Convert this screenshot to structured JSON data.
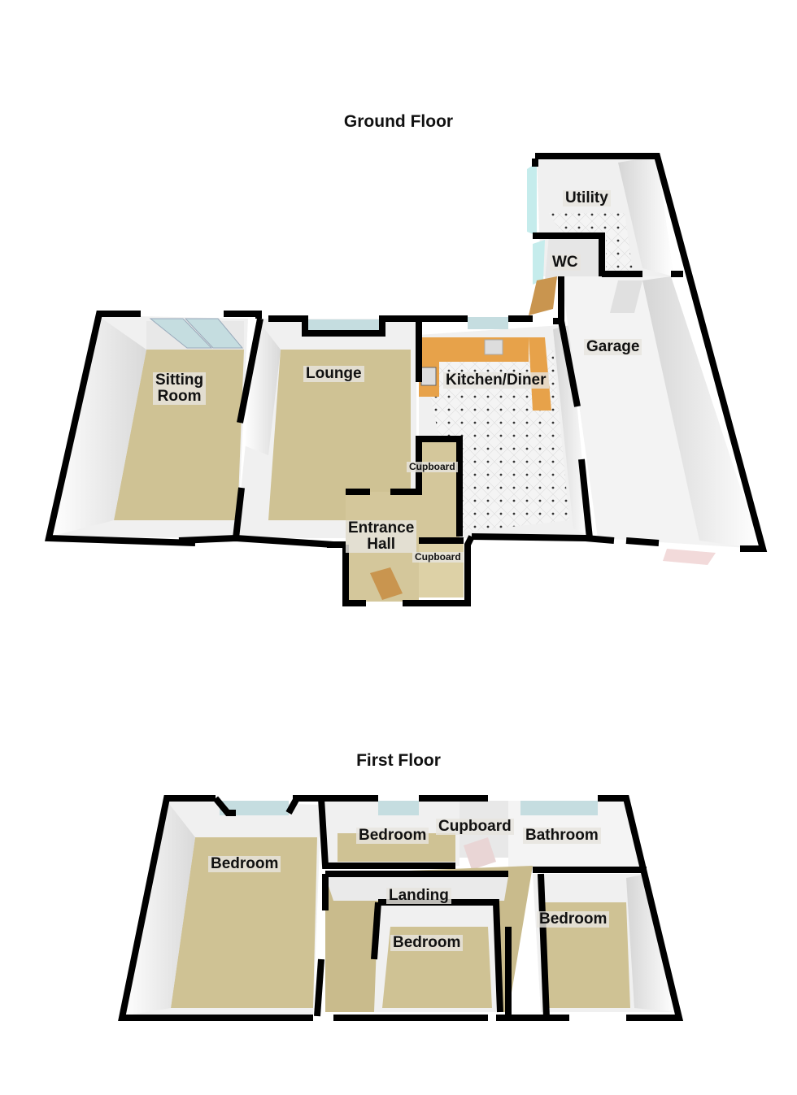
{
  "ground_floor": {
    "title": "Ground Floor",
    "rooms": {
      "sitting_room": "Sitting\nRoom",
      "lounge": "Lounge",
      "kitchen_diner": "Kitchen/Diner",
      "utility": "Utility",
      "wc": "WC",
      "garage": "Garage",
      "entrance_hall": "Entrance\nHall",
      "cupboard_upper": "Cupboard",
      "cupboard_lower": "Cupboard"
    }
  },
  "first_floor": {
    "title": "First Floor",
    "rooms": {
      "bedroom_large": "Bedroom",
      "bedroom_top": "Bedroom",
      "cupboard": "Cupboard",
      "bathroom": "Bathroom",
      "landing": "Landing",
      "bedroom_middle": "Bedroom",
      "bedroom_right": "Bedroom"
    }
  },
  "colors": {
    "wall": "#000000",
    "wall_inner": "#f2f2f2",
    "carpet": "#cfc294",
    "tile": "#f4f4f4",
    "worktop": "#e7a24a",
    "glass": "#bfe3e0",
    "door": "#c9954f"
  }
}
